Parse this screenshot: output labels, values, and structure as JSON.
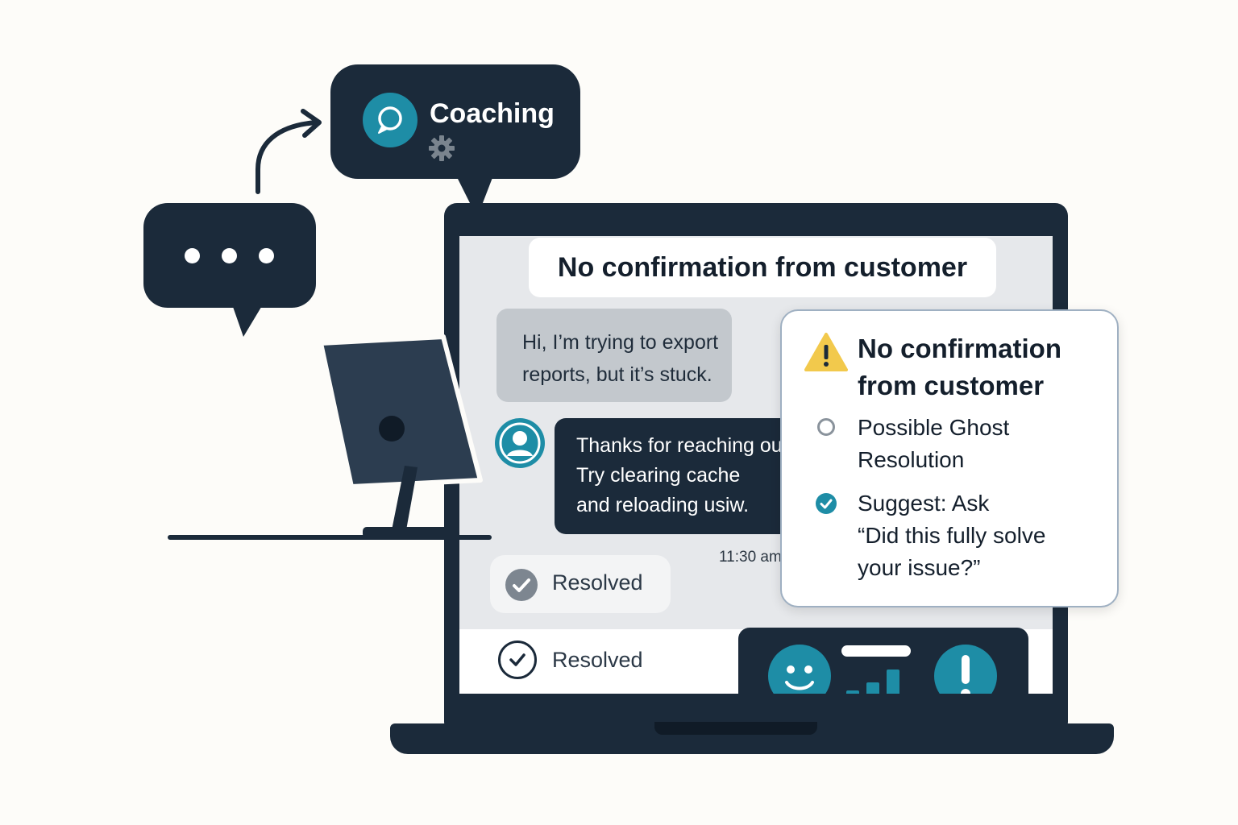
{
  "coaching": {
    "title": "Coaching",
    "icon": "chat-bubble-icon",
    "settings_icon": "gear-icon"
  },
  "typing_indicator": {
    "icon": "typing-dots-icon"
  },
  "chat": {
    "banner": "No confirmation from customer",
    "customer_message": [
      "Hi, I’m trying to export",
      "reports, but it’s stuck."
    ],
    "agent_message": [
      "Thanks for reaching out!",
      "Try clearing cache",
      "and reloading usiw."
    ],
    "timestamp": "11:30 am",
    "resolved_pill": "Resolved",
    "resolved_footer": "Resolved"
  },
  "alert_card": {
    "title_line1": "No confirmation",
    "title_line2": "from customer",
    "items": [
      {
        "lines": [
          "Possible Ghost",
          "Resolution"
        ],
        "state": "unchecked"
      },
      {
        "lines": [
          "Suggest: Ask",
          "“Did this fully solve",
          "your issue?”"
        ],
        "state": "checked"
      }
    ]
  },
  "status_tray": {
    "icons": [
      "smiley-icon",
      "signal-bars-icon",
      "exclamation-icon"
    ]
  },
  "colors": {
    "navy": "#1b2a3a",
    "teal": "#1e8da6",
    "warning": "#f2c94c"
  }
}
